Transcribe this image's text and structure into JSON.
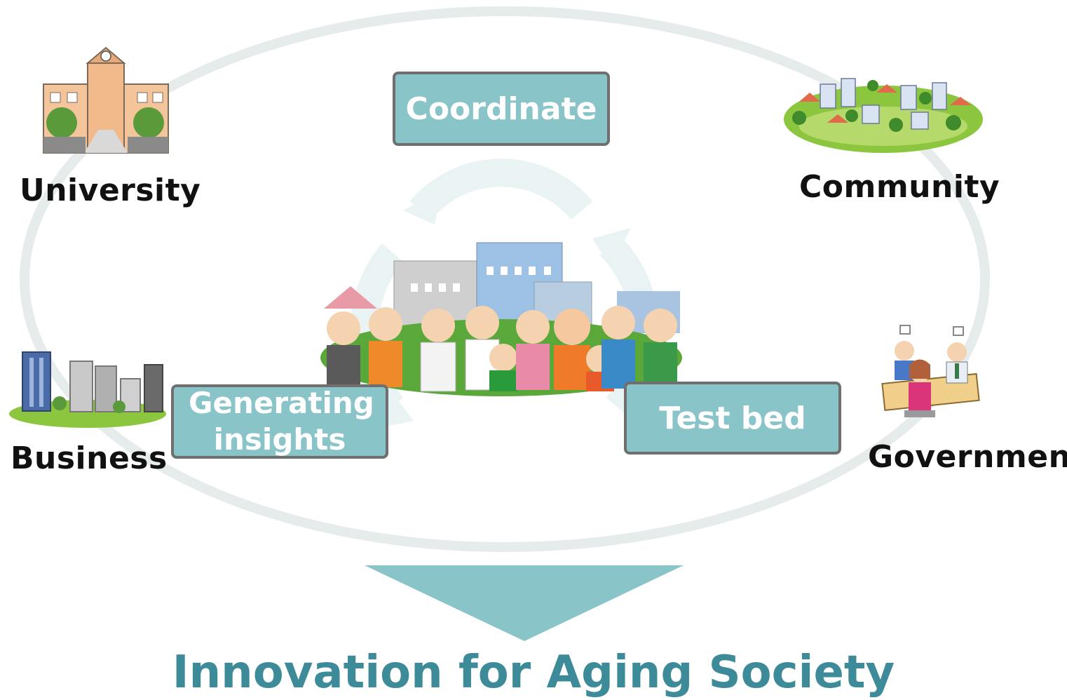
{
  "stakeholders": {
    "university": "University",
    "community": "Community",
    "business": "Business",
    "government": "Government"
  },
  "roles": {
    "coordinate": "Coordinate",
    "generating_insights": "Generating insights",
    "test_bed": "Test bed"
  },
  "outcome": "Innovation for Aging Society",
  "colors": {
    "box_fill": "#89c4c9",
    "box_border": "#6f6f6f",
    "ellipse": "#e6ebeb",
    "cycle_arrows": "#eaf3f3",
    "down_arrow": "#89c4c9",
    "title_text": "#3d8b99"
  },
  "icons": [
    "university-building-icon",
    "community-town-icon",
    "business-buildings-icon",
    "government-office-icon",
    "people-group-illustration"
  ]
}
